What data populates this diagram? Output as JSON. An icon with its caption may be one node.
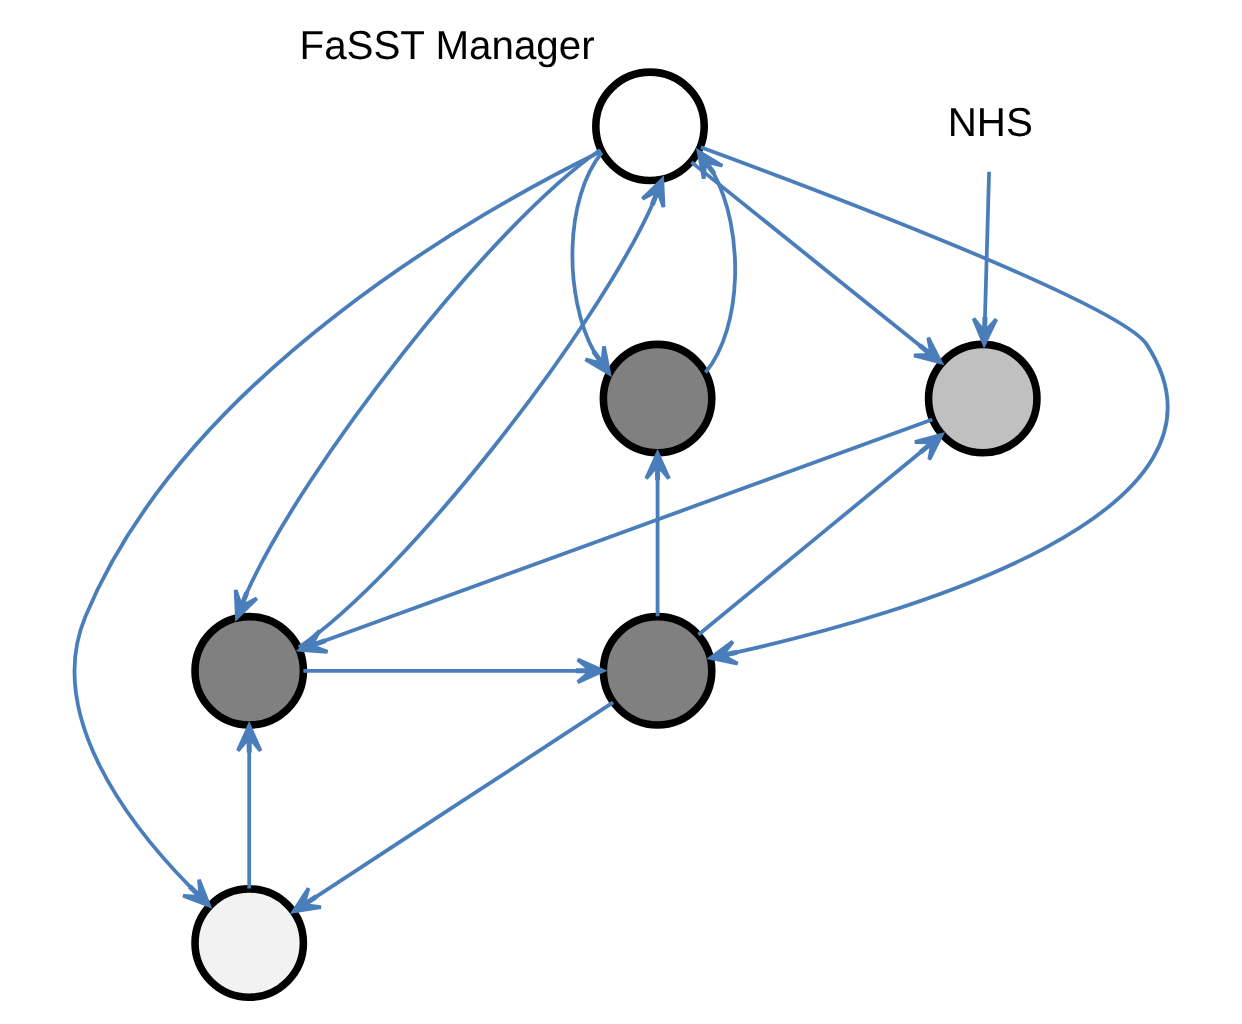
{
  "diagram": {
    "nodes": [
      {
        "text": [
          "FaSST Manager"
        ]
      },
      {
        "text": [
          "NHS"
        ]
      },
      {
        "text": [],
        "shape": "circle"
      },
      {
        "text": [],
        "shape": "circle"
      },
      {
        "text": [],
        "shape": "circle"
      },
      {
        "text": [],
        "shape": "circle"
      },
      {
        "text": [],
        "shape": "circle"
      }
    ],
    "edges": [
      {
        "from": 0,
        "to": 2,
        "arrow": "to"
      },
      {
        "from": 2,
        "to": 0,
        "arrow": "to"
      },
      {
        "from": 0,
        "to": 3,
        "arrow": "to"
      },
      {
        "from": 1,
        "to": 3,
        "arrow": "to"
      },
      {
        "from": 0,
        "to": 4,
        "arrow": "to"
      },
      {
        "from": 0,
        "to": 6,
        "arrow": "to"
      },
      {
        "from": 0,
        "to": 5,
        "arrow": "to"
      },
      {
        "from": 5,
        "to": 0,
        "arrow": "to"
      },
      {
        "from": 4,
        "to": 2,
        "arrow": "to"
      },
      {
        "from": 4,
        "to": 3,
        "arrow": "to"
      },
      {
        "from": 5,
        "to": 4,
        "arrow": "to"
      },
      {
        "from": 3,
        "to": 5,
        "arrow": "to"
      },
      {
        "from": 4,
        "to": 6,
        "arrow": "to"
      },
      {
        "from": 6,
        "to": 5,
        "arrow": "to"
      }
    ]
  }
}
